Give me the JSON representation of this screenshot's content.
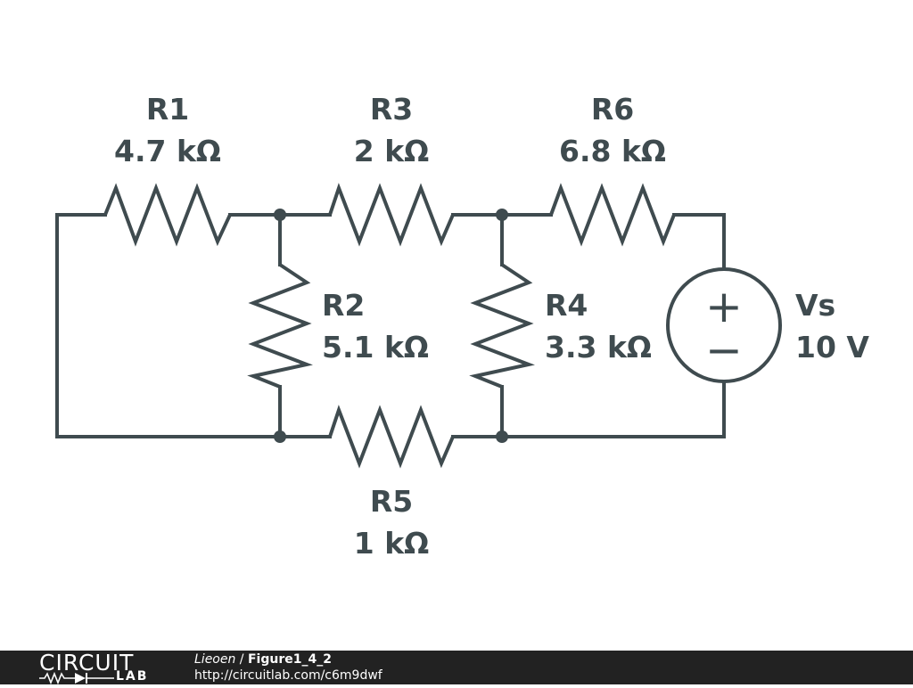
{
  "components": {
    "r1": {
      "name": "R1",
      "value": "4.7 kΩ"
    },
    "r2": {
      "name": "R2",
      "value": "5.1 kΩ"
    },
    "r3": {
      "name": "R3",
      "value": "2 kΩ"
    },
    "r4": {
      "name": "R4",
      "value": "3.3 kΩ"
    },
    "r5": {
      "name": "R5",
      "value": "1 kΩ"
    },
    "r6": {
      "name": "R6",
      "value": "6.8 kΩ"
    },
    "vs": {
      "name": "Vs",
      "value": "10 V"
    }
  },
  "source_symbols": {
    "plus": "+",
    "minus": "−"
  },
  "footer": {
    "logo_top": "CIRCUIT",
    "logo_bottom": "LAB",
    "author": "Lieoen",
    "separator": " / ",
    "title": "Figure1_4_2",
    "url": "http://circuitlab.com/c6m9dwf"
  },
  "colors": {
    "ink": "#3f4b4f",
    "footer_bg": "#222222",
    "footer_text": "#ffffff"
  }
}
